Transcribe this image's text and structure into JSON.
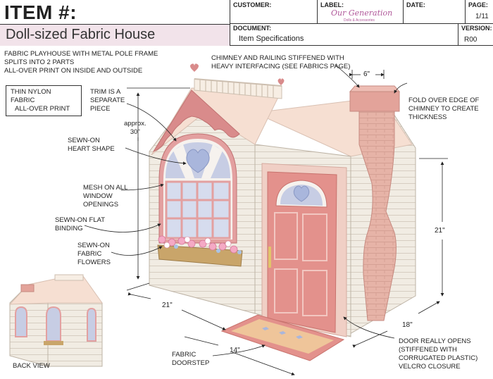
{
  "header": {
    "item_label": "ITEM #:",
    "product_name": "Doll-sized Fabric House",
    "customer_label": "CUSTOMER:",
    "label_label": "LABEL:",
    "brand_logo": "Our Generation",
    "brand_tagline": "Dolls & Accessories",
    "date_label": "DATE:",
    "page_label": "PAGE:",
    "page_value": "1/11",
    "document_label": "DOCUMENT:",
    "document_value": "Item Specifications",
    "version_label": "VERSION:",
    "version_value": "R00"
  },
  "notes": {
    "intro_line1": "FABRIC PLAYHOUSE WITH METAL POLE FRAME",
    "intro_line2": "SPLITS INTO 2 PARTS",
    "intro_line3": "ALL-OVER PRINT ON INSIDE AND OUTSIDE",
    "nylon_line1": "THIN NYLON FABRIC",
    "nylon_line2": "ALL-OVER PRINT",
    "chimney_line1": "CHIMNEY AND RAILING STIFFENED WITH",
    "chimney_line2": "HEAVY INTERFACING (SEE FABRICS PAGE)",
    "trim_line1": "TRIM IS A",
    "trim_line2": "SEPARATE",
    "trim_line3": "PIECE",
    "height_line1": "approx.",
    "height_line2": "30\"",
    "heart_line1": "SEWN-ON",
    "heart_line2": "HEART SHAPE",
    "mesh_line1": "MESH ON  ALL",
    "mesh_line2": "WINDOW",
    "mesh_line3": "OPENINGS",
    "binding_line1": "SEWN-ON FLAT",
    "binding_line2": "BINDING",
    "flowers_line1": "SEWN-ON",
    "flowers_line2": "FABRIC",
    "flowers_line3": "FLOWERS",
    "fold_line1": "FOLD OVER EDGE OF",
    "fold_line2": "CHIMNEY TO CREATE",
    "fold_line3": "THICKNESS",
    "door_line1": "DOOR REALLY OPENS",
    "door_line2": "(STIFFENED WITH",
    "door_line3": "CORRUGATED PLASTIC)",
    "door_line4": "VELCRO CLOSURE",
    "doorstep_line1": "FABRIC",
    "doorstep_line2": "DOORSTEP",
    "back_view": "BACK VIEW"
  },
  "dimensions": {
    "chimney_width": "6\"",
    "right_height": "21\"",
    "front_width": "21\"",
    "side_depth": "18\"",
    "step_width": "14\""
  }
}
